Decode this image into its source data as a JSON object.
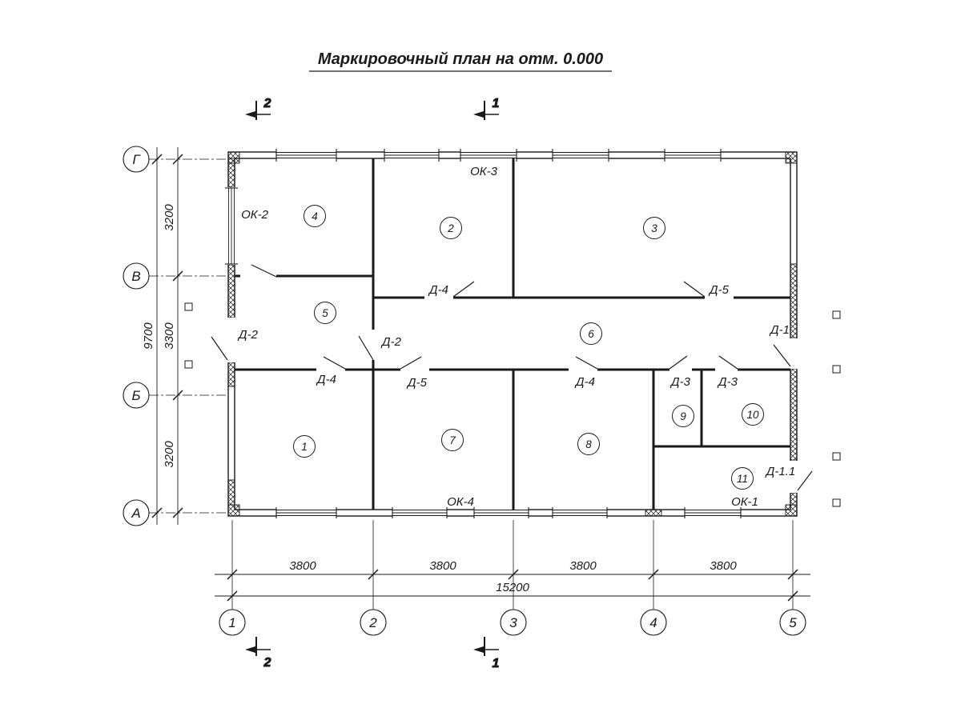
{
  "title": "Маркировочный план на отм. 0.000",
  "section_marks": {
    "sec1": "1",
    "sec2": "2"
  },
  "axis_columns": [
    "1",
    "2",
    "3",
    "4",
    "5"
  ],
  "axis_rows": [
    "Г",
    "В",
    "Б",
    "А"
  ],
  "dimensions": {
    "bottom_segments": [
      "3800",
      "3800",
      "3800",
      "3800"
    ],
    "bottom_total": "15200",
    "left_segments": [
      "3200",
      "3300",
      "3200"
    ],
    "left_total": "9700"
  },
  "room_numbers": [
    "1",
    "2",
    "3",
    "4",
    "5",
    "6",
    "7",
    "8",
    "9",
    "10",
    "11"
  ],
  "window_labels": {
    "ok1": "ОК-1",
    "ok2": "ОК-2",
    "ok3": "ОК-3",
    "ok4": "ОК-4"
  },
  "door_labels": {
    "d1": "Д-1",
    "d1_1": "Д-1.1",
    "d2": "Д-2",
    "d3": "Д-3",
    "d4": "Д-4",
    "d5": "Д-5"
  },
  "colors": {
    "ink": "#1a1a1a",
    "paper": "#ffffff"
  }
}
